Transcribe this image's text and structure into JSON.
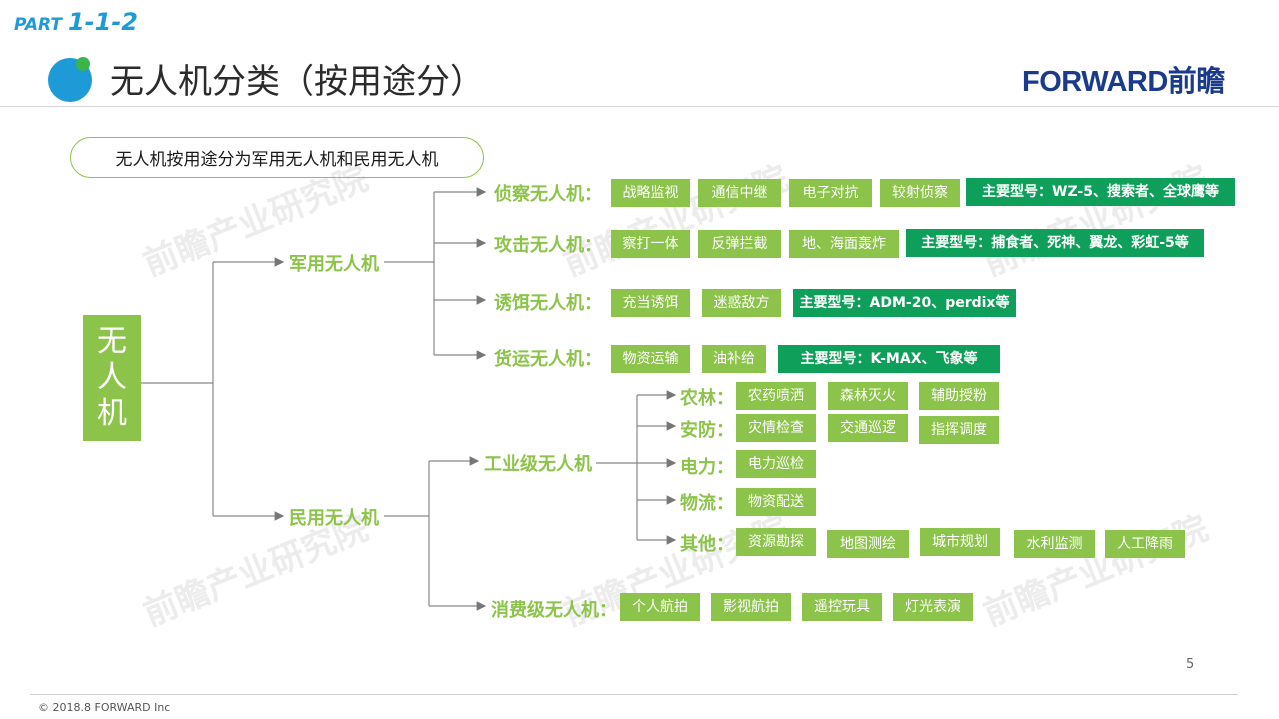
{
  "header": {
    "part_label": "PART",
    "part_number": "1-1-2",
    "title": "无人机分类（按用途分）",
    "logo": "FORWARD前瞻"
  },
  "intro": "无人机按用途分为军用无人机和民用无人机",
  "root": "无\n人\n机",
  "watermark": "前瞻产业研究院",
  "military": {
    "label": "军用无人机",
    "rows": [
      {
        "name": "侦察无人机：",
        "tags": [
          "战略监视",
          "通信中继",
          "电子对抗",
          "较射侦察"
        ],
        "model": "主要型号：WZ-5、搜索者、全球鹰等"
      },
      {
        "name": "攻击无人机：",
        "tags": [
          "察打一体",
          "反弹拦截",
          "地、海面轰炸"
        ],
        "model": "主要型号：捕食者、死神、翼龙、彩虹-5等"
      },
      {
        "name": "诱饵无人机：",
        "tags": [
          "充当诱饵",
          "迷惑敌方"
        ],
        "model": "主要型号：ADM-20、perdix等"
      },
      {
        "name": "货运无人机：",
        "tags": [
          "物资运输",
          "油补给"
        ],
        "model": "主要型号：K-MAX、飞象等"
      }
    ]
  },
  "civil": {
    "label": "民用无人机",
    "industrial": {
      "label": "工业级无人机",
      "rows": [
        {
          "name": "农林：",
          "tags": [
            "农药喷洒",
            "森林灭火",
            "辅助授粉"
          ]
        },
        {
          "name": "安防：",
          "tags": [
            "灾情检查",
            "交通巡逻",
            "指挥调度"
          ]
        },
        {
          "name": "电力：",
          "tags": [
            "电力巡检"
          ]
        },
        {
          "name": "物流：",
          "tags": [
            "物资配送"
          ]
        },
        {
          "name": "其他：",
          "tags": [
            "资源勘探",
            "地图测绘",
            "城市规划",
            "水利监测",
            "人工降雨"
          ]
        }
      ]
    },
    "consumer": {
      "label": "消费级无人机：",
      "tags": [
        "个人航拍",
        "影视航拍",
        "遥控玩具",
        "灯光表演"
      ]
    }
  },
  "footer": {
    "page": "5",
    "copyright": "2018.8 FORWARD Inc"
  },
  "colors": {
    "accent_green": "#8cc34a",
    "model_green": "#0e9f5a",
    "brand_blue": "#1e9bd7",
    "logo_navy": "#1a3a8c"
  }
}
